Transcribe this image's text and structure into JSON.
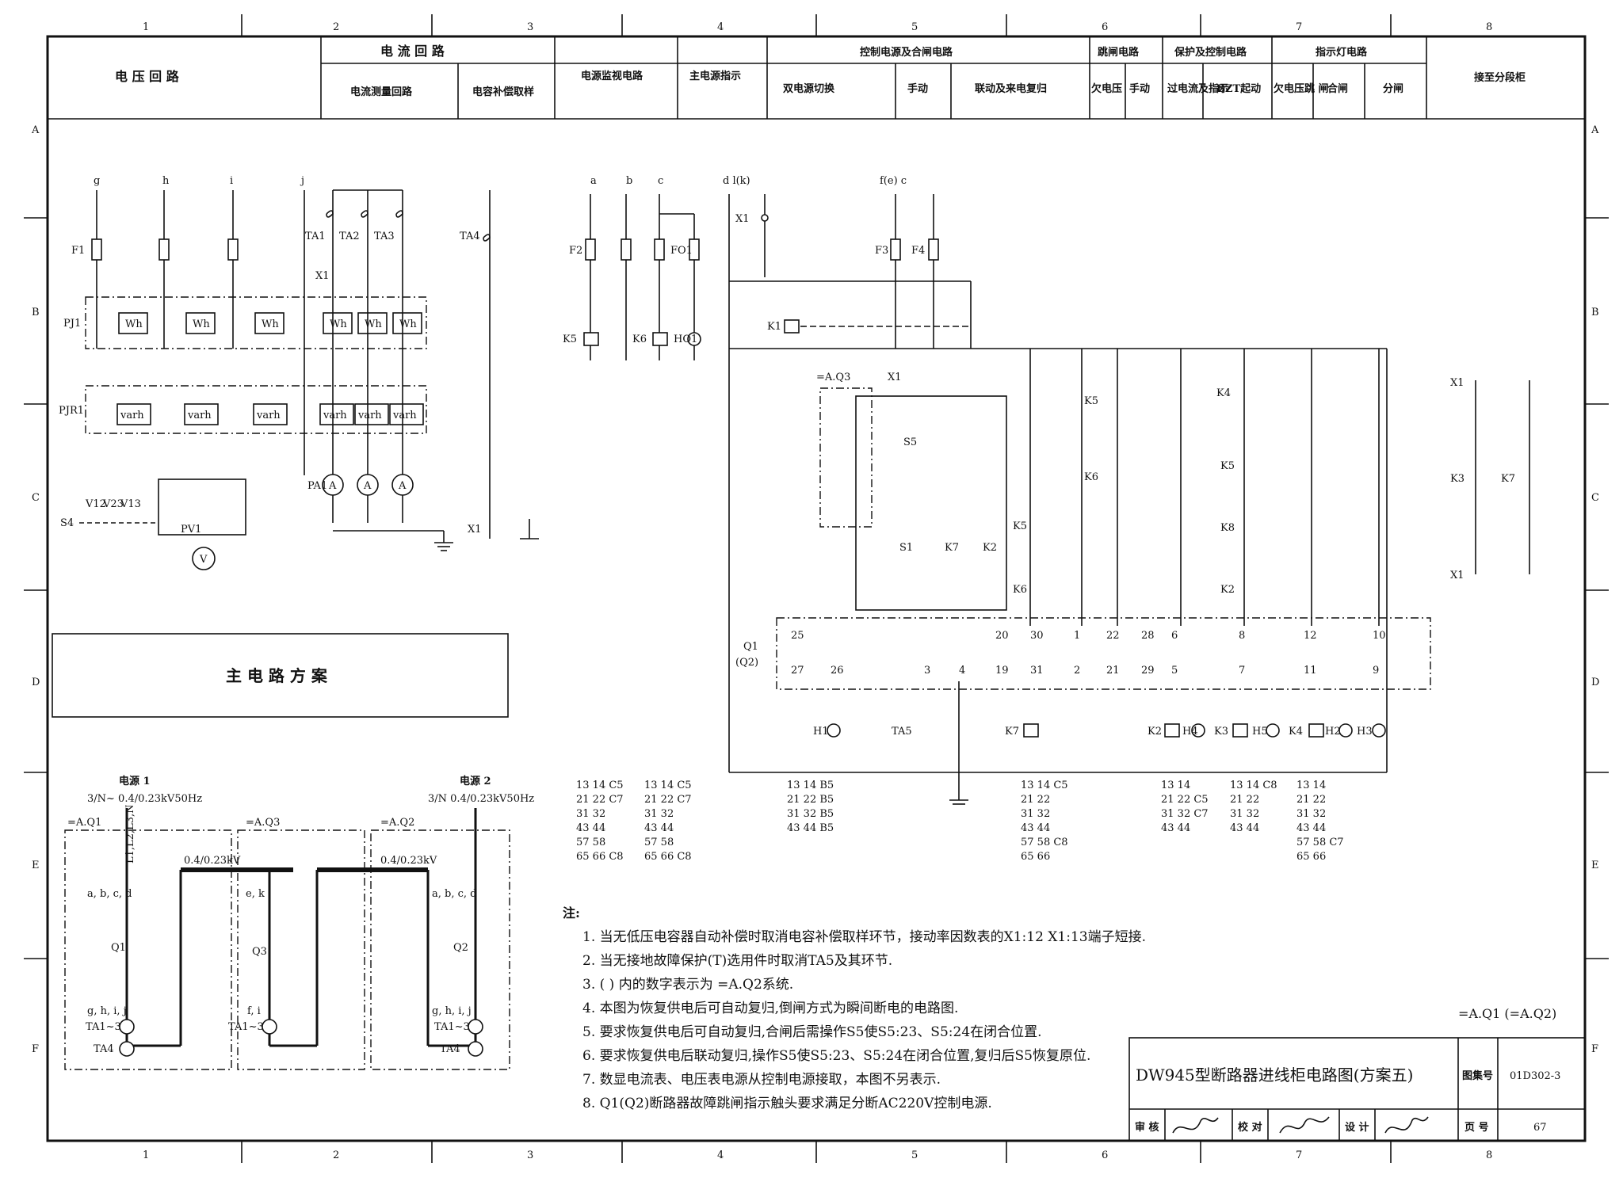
{
  "grid": {
    "columns": [
      "1",
      "2",
      "3",
      "4",
      "5",
      "6",
      "7",
      "8"
    ],
    "rows": [
      "A",
      "B",
      "C",
      "D",
      "E",
      "F"
    ]
  },
  "header": {
    "voltage_circuit": "电 压 回 路",
    "current_circuit": "电 流 回 路",
    "current_measure": "电流测量回路",
    "capacitor_sampling": "电容补偿取样",
    "power_monitor": "电源监视电路",
    "main_power_indicator": "主电源指示",
    "control_power_closing": "控制电源及合闸电路",
    "dual_power_switch": "双电源切换",
    "manual": "手动",
    "linked_restore": "联动及来电复归",
    "trip_circuit": "跳闸电路",
    "undervoltage": "欠电压",
    "manual2": "手动",
    "protect_control": "保护及控制电路",
    "overcurrent_indicate": "过电流及指示",
    "bzt_start": "BZT起动",
    "indicator_circuit": "指示灯电路",
    "undervoltage_trip": "欠电压跳 闸",
    "closing": "合闸",
    "opening": "分闸",
    "to_section_cabinet": "接至分段柜"
  },
  "main_circuit": {
    "title": "主 电 路 方 案",
    "source1": "电源 1",
    "source1_spec": "3/N~ 0.4/0.23kV50Hz",
    "source2": "电源 2",
    "source2_spec": "3/N  0.4/0.23kV50Hz",
    "aq1": "=A.Q1",
    "aq2": "=A.Q2",
    "aq3": "=A.Q3",
    "bus_left": "0.4/0.23kV",
    "bus_right": "0.4/0.23kV",
    "q1": "Q1",
    "q2": "Q2",
    "q3": "Q3",
    "abcd": "a, b, c, d",
    "ek": "e, k",
    "ghij": "g, h, i, j",
    "fi": "f, i",
    "ta13": "TA1~3",
    "ta4": "TA4",
    "l1l2l3n": "L1,L2,L3,N"
  },
  "labels": {
    "phases_top": [
      "g",
      "h",
      "i",
      "j"
    ],
    "pj1": "PJ1",
    "pjr1": "PJR1",
    "s4": "S4",
    "pv1": "PV1",
    "pa1": "PA1",
    "fuse_f1": "F1",
    "ta1": "TA1",
    "ta2": "TA2",
    "ta3": "TA3",
    "ta4": "TA4",
    "wh": "Wh",
    "varh": "varh",
    "v": "V",
    "a": "A",
    "x1": "X1",
    "v12": "V12",
    "v23": "V23",
    "v13": "V13",
    "f2": "F2",
    "fo1": "FO1",
    "f3": "F3",
    "f4": "F4",
    "k5": "K5",
    "k6": "K6",
    "ho1": "HO1",
    "k1": "K1",
    "aq3_ref": "=A.Q3",
    "s5": "S5",
    "s1": "S1",
    "k7": "K7",
    "k2": "K2",
    "k4": "K4",
    "k8": "K8",
    "k3": "K3",
    "q1q2": "Q1",
    "q1q2b": "(Q2)",
    "h1": "H1",
    "ta5": "TA5",
    "h2": "H2",
    "h3": "H3",
    "h4": "H4",
    "h5": "H5",
    "col_abc": [
      "a",
      "b",
      "c"
    ],
    "col_dlk": "d  l(k)",
    "col_fec": "f(e)     c",
    "terminals_row1": [
      "25",
      "20",
      "30",
      "1",
      "22",
      "28",
      "6",
      "8",
      "12",
      "10"
    ],
    "terminals_row2": [
      "27",
      "26",
      "3",
      "4",
      "19",
      "31",
      "2",
      "21",
      "29",
      "5",
      "7",
      "11",
      "9"
    ]
  },
  "contact_tables": [
    {
      "rows": [
        "13 14 C5",
        "21 22 C7",
        "31 32",
        "43 44",
        "57 58",
        "65 66 C8"
      ]
    },
    {
      "rows": [
        "13 14 C5",
        "21 22 C7",
        "31 32",
        "43 44",
        "57 58",
        "65 66 C8"
      ]
    },
    {
      "rows": [
        "13 14 B5",
        "21 22 B5",
        "31 32 B5",
        "43 44 B5"
      ]
    },
    {
      "rows": [
        "13 14 C5",
        "21 22",
        "31 32",
        "43 44",
        "57 58 C8",
        "65 66"
      ]
    },
    {
      "rows": [
        "13 14",
        "21 22 C5",
        "31 32 C7",
        "43 44"
      ]
    },
    {
      "rows": [
        "13 14 C8",
        "21 22",
        "31 32",
        "43 44"
      ]
    },
    {
      "rows": [
        "13 14",
        "21 22",
        "31 32",
        "43 44",
        "57 58 C7",
        "65 66"
      ]
    }
  ],
  "notes": {
    "head": "注:",
    "items": [
      "1. 当无低压电容器自动补偿时取消电容补偿取样环节，接动率因数表的X1:12 X1:13端子短接.",
      "2. 当无接地故障保护(T)选用件时取消TA5及其环节.",
      "3. (  ) 内的数字表示为 =A.Q2系统.",
      "4. 本图为恢复供电后可自动复归,倒闸方式为瞬间断电的电路图.",
      "5. 要求恢复供电后可自动复归,合闸后需操作S5使S5:23、S5:24在闭合位置.",
      "6. 要求恢复供电后联动复归,操作S5使S5:23、S5:24在闭合位置,复归后S5恢复原位.",
      "7. 数显电流表、电压表电源从控制电源接取，本图不另表示.",
      "8. Q1(Q2)断路器故障跳闸指示触头要求满足分断AC220V控制电源."
    ]
  },
  "title_block": {
    "system_ref": "=A.Q1 (=A.Q2)",
    "title": "DW945型断路器进线柜电路图(方案五)",
    "atlas_label": "图集号",
    "atlas_no": "01D302-3",
    "review": "审 核",
    "check": "校 对",
    "design": "设 计",
    "page_label": "页 号",
    "page_no": "67"
  }
}
